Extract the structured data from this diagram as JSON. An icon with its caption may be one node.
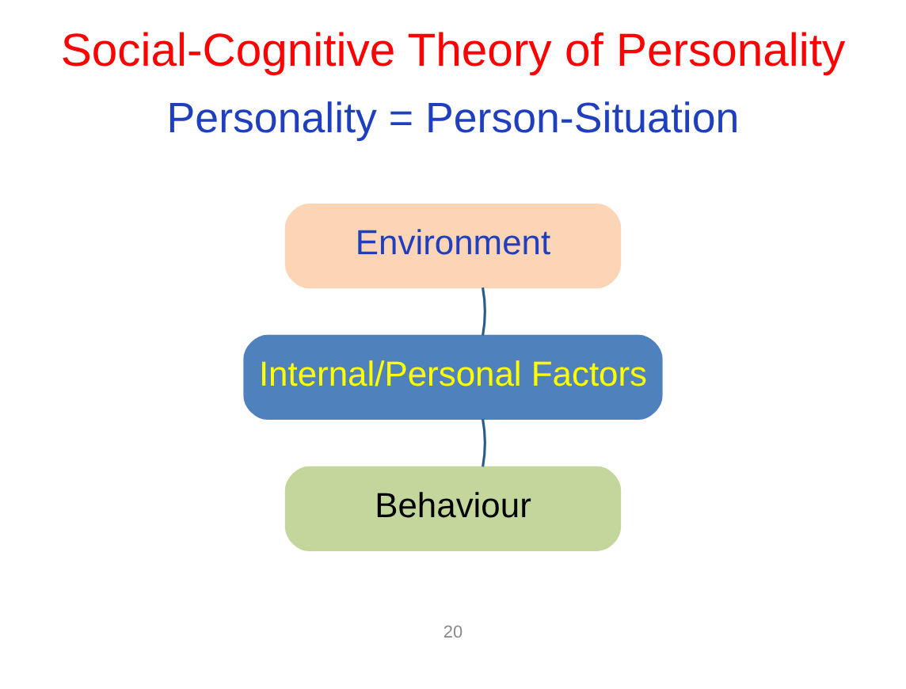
{
  "diagram": {
    "title": "Social-Cognitive Theory of Personality",
    "nodes": [
      {
        "text": [
          "Environment"
        ]
      },
      {
        "text": [
          "Internal/Personal Factors"
        ]
      },
      {
        "text": [
          "Behaviour"
        ]
      }
    ],
    "edges": [
      {
        "from": 0,
        "to": 1,
        "arrow": "none"
      },
      {
        "from": 2,
        "to": 1,
        "arrow": "none"
      }
    ],
    "labels": [
      "Personality = Person-Situation",
      "20"
    ]
  }
}
